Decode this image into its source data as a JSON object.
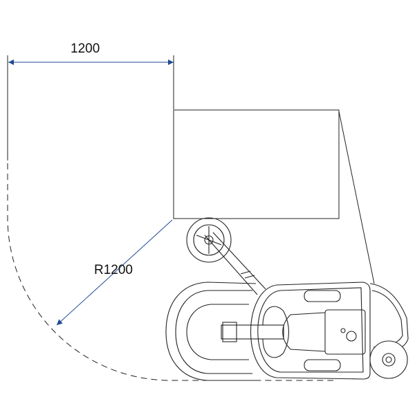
{
  "dimensions": {
    "width_label": "1200",
    "radius_label": "R1200"
  },
  "colors": {
    "dimension_line": "#1f4a94",
    "drawing_line": "#222222"
  },
  "objects": {
    "rectangle": "clearance-area",
    "machine": "floor-machine-top-view"
  }
}
